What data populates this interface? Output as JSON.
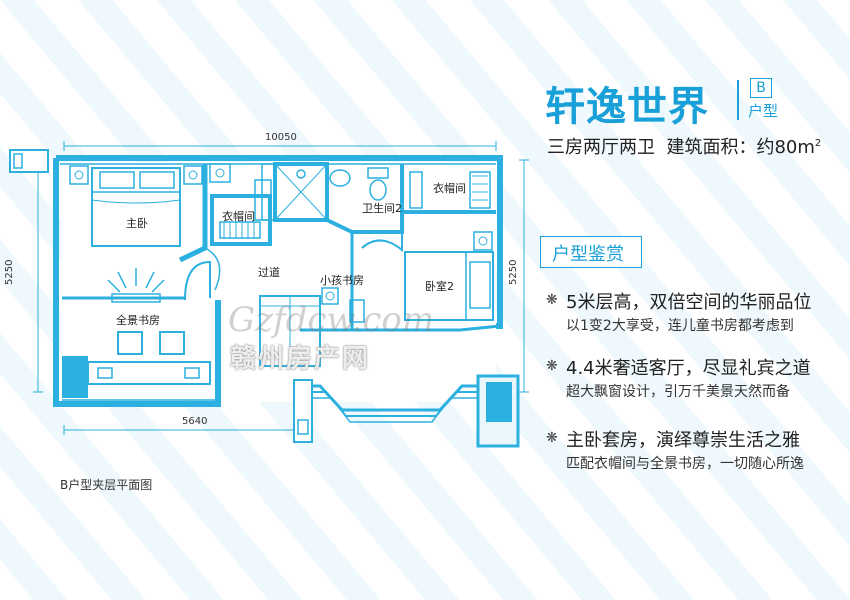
{
  "header": {
    "title": "轩逸世界",
    "type_letter": "B",
    "type_name": "户型",
    "subtitle_layout": "三房两厅两卫",
    "subtitle_area_label": "建筑面积：约80m",
    "subtitle_area_sup": "2"
  },
  "section": {
    "title": "户型鉴赏"
  },
  "features": [
    {
      "bullet": "❋",
      "headline": "5米层高，双倍空间的华丽品位",
      "detail": "以1变2大享受，连儿童书房都考虑到"
    },
    {
      "bullet": "❋",
      "headline": "4.4米奢适客厅，尽显礼宾之道",
      "detail": "超大飘窗设计，引万千美景天然而备"
    },
    {
      "bullet": "❋",
      "headline": "主卧套房，演绎尊崇生活之雅",
      "detail": "匹配衣帽间与全景书房，一切随心所逸"
    }
  ],
  "plan": {
    "caption": "B户型夹层平面图",
    "dims": {
      "top": "10050",
      "left": "5250",
      "right": "5250",
      "bottom": "5640"
    },
    "rooms": {
      "master": "主卧",
      "closet1": "衣帽间",
      "bath2": "卫生间2",
      "closet2": "衣帽间",
      "corridor": "过道",
      "kids_study": "小孩书房",
      "bedroom2": "卧室2",
      "study": "全景书房"
    }
  },
  "watermark": {
    "line1": "Gzfdcw.com",
    "line2": "赣州房产网"
  },
  "colors": {
    "accent": "#1aa0d8",
    "wall": "#2bb0e0",
    "window": "#d8f3ff"
  }
}
